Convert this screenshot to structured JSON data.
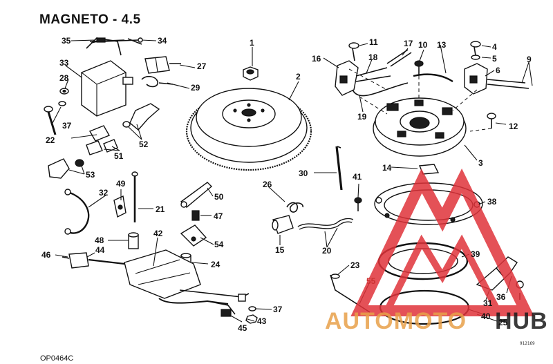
{
  "title": "MAGNETO - 4.5",
  "figure_code": "OP0464C",
  "serial": "912169",
  "watermark": {
    "left": "AUTOMOTO",
    "right": "HUB",
    "accent": "#e8a04a",
    "red": "#e0333a"
  },
  "part_numbers": [
    "1",
    "2",
    "3",
    "4",
    "5",
    "6",
    "9",
    "10",
    "11",
    "12",
    "13",
    "14",
    "15",
    "16",
    "17",
    "18",
    "19",
    "20",
    "21",
    "22",
    "23",
    "24",
    "25",
    "26",
    "27",
    "28",
    "29",
    "30",
    "31",
    "32",
    "33",
    "34",
    "35",
    "36",
    "37",
    "37",
    "38",
    "39",
    "40",
    "41",
    "42",
    "43",
    "44",
    "45",
    "46",
    "47",
    "48",
    "49",
    "50",
    "51",
    "52",
    "53",
    "54",
    "55"
  ]
}
